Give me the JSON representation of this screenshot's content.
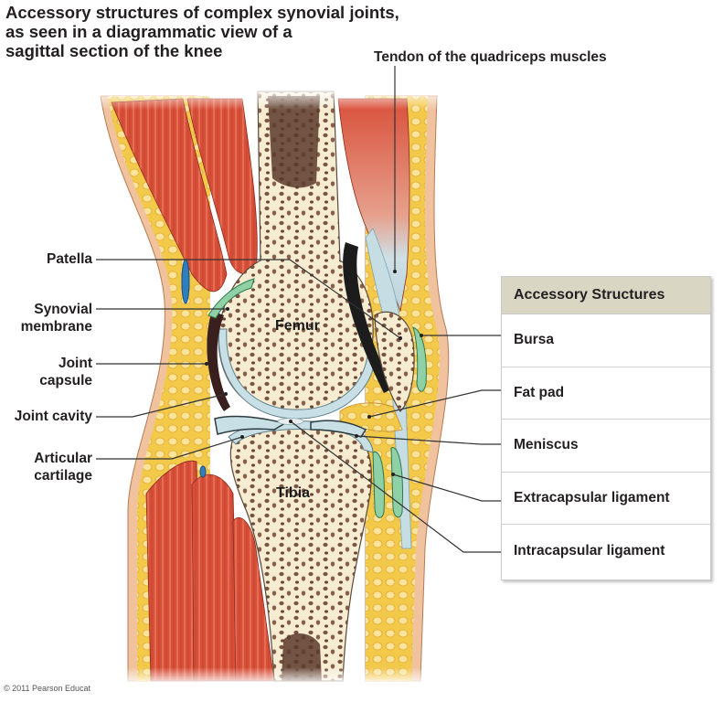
{
  "title_lines": [
    "Accessory structures of complex synovial joints,",
    "as seen in a diagrammatic view of a",
    "sagittal section of the knee"
  ],
  "top_label": "Tendon of the quadriceps muscles",
  "left_labels": [
    {
      "lines": [
        "Patella"
      ]
    },
    {
      "lines": [
        "Synovial",
        "membrane"
      ]
    },
    {
      "lines": [
        "Joint",
        "capsule"
      ]
    },
    {
      "lines": [
        "Joint cavity"
      ]
    },
    {
      "lines": [
        "Articular",
        "cartilage"
      ]
    }
  ],
  "bone_labels": {
    "femur": "Femur",
    "tibia": "Tibia"
  },
  "table": {
    "header": "Accessory Structures",
    "rows": [
      "Bursa",
      "Fat pad",
      "Meniscus",
      "Extracapsular ligament",
      "Intracapsular ligament"
    ]
  },
  "copyright": "© 2011 Pearson Educat",
  "colors": {
    "muscle": "#d9503a",
    "fat": "#f3c94a",
    "bone": "#f5ecd2",
    "cartilage": "#c9dfe6",
    "bursa": "#7fc89a",
    "table_header": "#d9d6c3",
    "leader": "#333333"
  }
}
